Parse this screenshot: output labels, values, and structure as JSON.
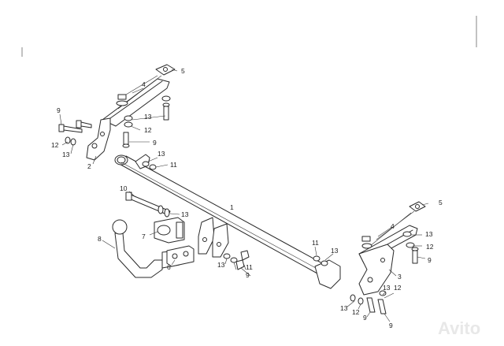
{
  "callouts": [
    "1",
    "2",
    "3",
    "4",
    "5",
    "6",
    "7",
    "8",
    "9",
    "10",
    "11",
    "12",
    "13"
  ],
  "watermark": {
    "text": "Avito"
  }
}
